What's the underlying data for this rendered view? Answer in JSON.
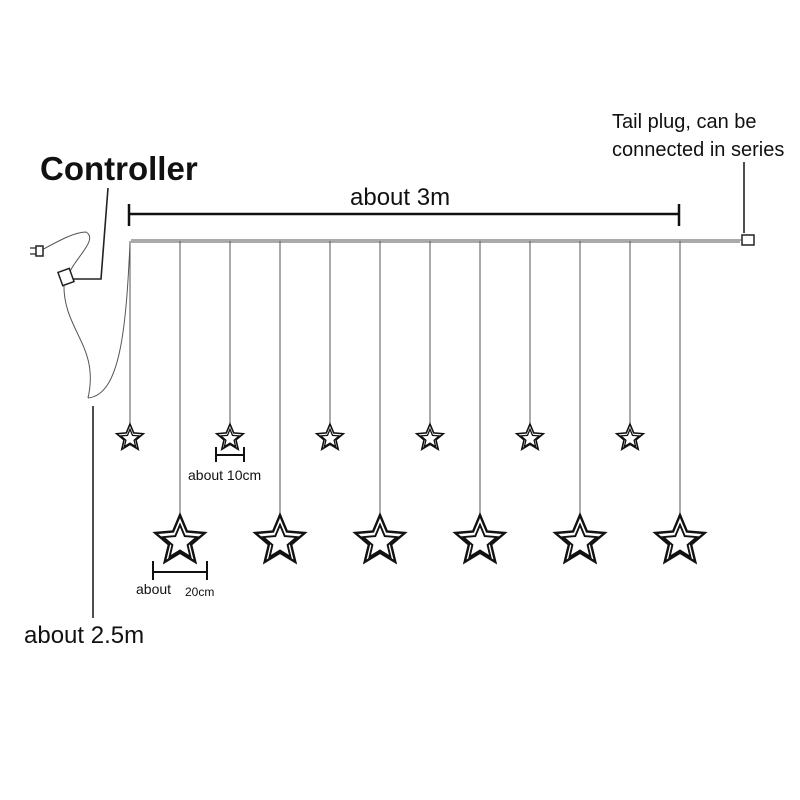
{
  "labels": {
    "controller": "Controller",
    "tail_plug_line1": "Tail plug, can be",
    "tail_plug_line2": "connected in series",
    "length_main": "about 3m",
    "small_star_size": "about 10cm",
    "big_star_size_word": "about",
    "big_star_size_value": "20cm",
    "lead_length": "about 2.5m"
  },
  "strands": {
    "small_star_count": 6,
    "big_star_count": 6
  },
  "colors": {
    "line": "#111111",
    "wire": "#555555",
    "background": "#ffffff"
  }
}
